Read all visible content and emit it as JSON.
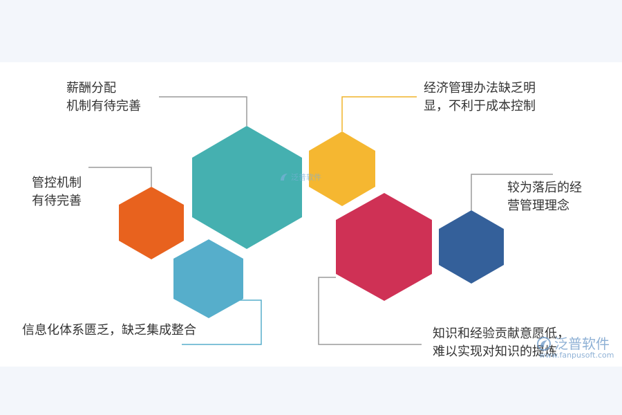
{
  "colors": {
    "teal": "#45b0b0",
    "yellow": "#f5b731",
    "orange": "#e8621e",
    "light_blue": "#56aecb",
    "crimson": "#cf3155",
    "navy": "#34609a",
    "line_gray": "#9a9a9a",
    "line_yellow": "#f0b429",
    "line_teal": "#56aecb"
  },
  "items": [
    {
      "lines": [
        "薪酬分配",
        "机制有待完善"
      ],
      "color": "teal"
    },
    {
      "lines": [
        "经济管理办法缺乏明",
        "显，不利于成本控制"
      ],
      "color": "yellow"
    },
    {
      "lines": [
        "管控机制",
        "有待完善"
      ],
      "color": "orange"
    },
    {
      "lines": [
        "较为落后的经",
        "营管理理念"
      ],
      "color": "navy"
    },
    {
      "lines": [
        "信息化体系匮乏，缺乏集成整合"
      ],
      "color": "light_blue"
    },
    {
      "lines": [
        "知识和经验贡献意愿低，",
        "难以实现对知识的提炼"
      ],
      "color": "crimson"
    }
  ],
  "watermark": {
    "small_text": "泛普软件",
    "name": "泛普软件",
    "url": "www.fanpusoft.com",
    "icon": "fanpu-logo-icon"
  }
}
